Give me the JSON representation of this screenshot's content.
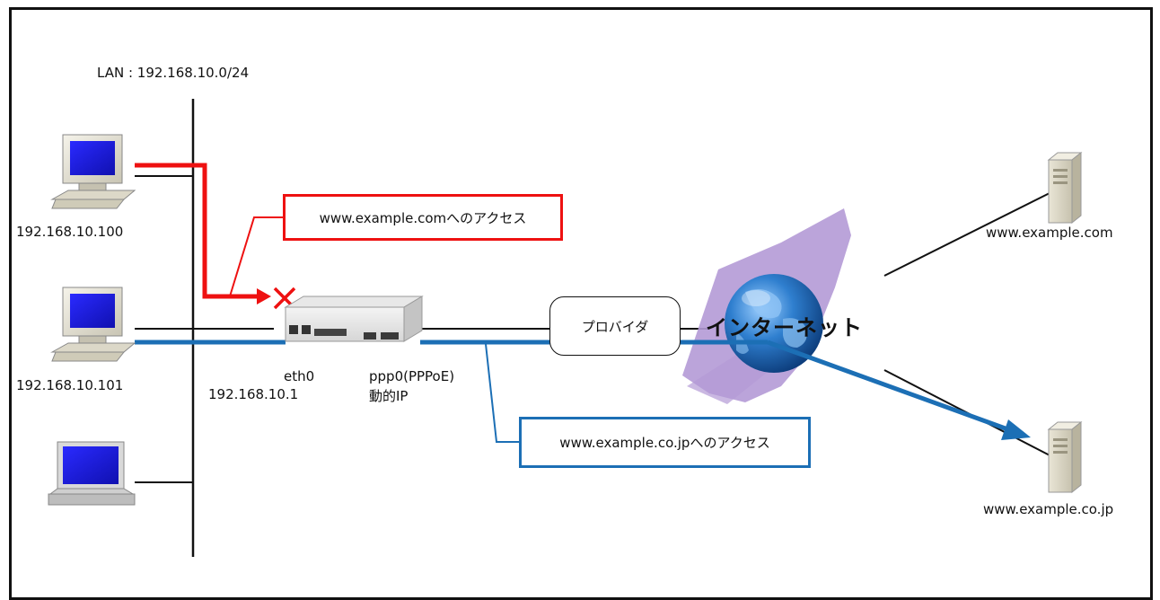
{
  "lan": {
    "label": "LAN : 192.168.10.0/24"
  },
  "hosts": [
    {
      "ip": "192.168.10.100"
    },
    {
      "ip": "192.168.10.101"
    }
  ],
  "router": {
    "eth0_name": "eth0",
    "eth0_ip": "192.168.10.1",
    "ppp0_name": "ppp0(PPPoE)",
    "ppp0_ip": "動的IP"
  },
  "provider": {
    "label": "プロバイダ"
  },
  "internet": {
    "label": "インターネット"
  },
  "servers": [
    {
      "name": "www.example.com"
    },
    {
      "name": "www.example.co.jp"
    }
  ],
  "callouts": {
    "blocked": "www.example.comへのアクセス",
    "allowed": "www.example.co.jpへのアクセス"
  },
  "colors": {
    "blocked": "#ee1111",
    "allowed": "#1c6fb5",
    "line": "#111111",
    "globe_ocean": "#1d5fa3",
    "globe_splash": "#b49ad6"
  }
}
